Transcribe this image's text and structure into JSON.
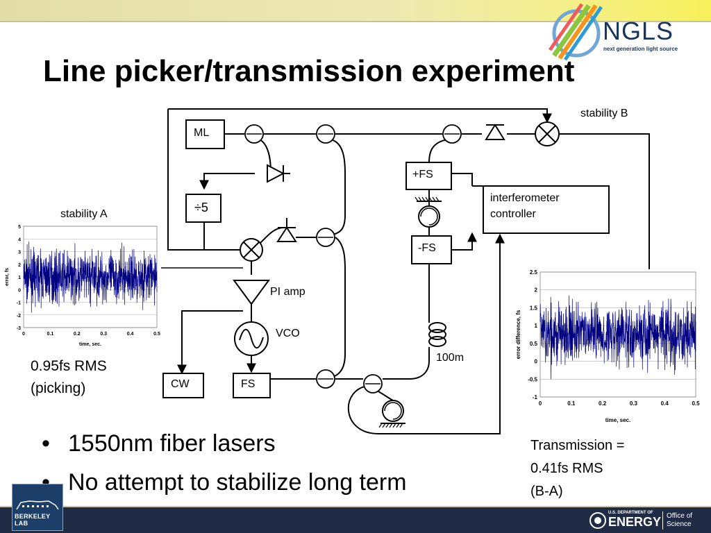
{
  "slide": {
    "title": "Line picker/transmission experiment"
  },
  "logos": {
    "ngls_name": "NGLS",
    "ngls_tagline": "next generation light source",
    "berkeley_lab": "BERKELEY LAB",
    "doe_small": "U.S. DEPARTMENT OF",
    "doe_big": "ENERGY",
    "office_line1": "Office of",
    "office_line2": "Science"
  },
  "diagram": {
    "ml": "ML",
    "div5": "÷5",
    "plus_fs": "+FS",
    "minus_fs": "-FS",
    "interferometer_line1": "interferometer",
    "interferometer_line2": "controller",
    "pi_amp": "PI amp",
    "vco": "VCO",
    "cw": "CW",
    "fs": "FS",
    "fiber_length": "100m",
    "stability_a": "stability A",
    "stability_b": "stability B"
  },
  "annotations": {
    "picking_rms": "0.95fs RMS",
    "picking_note": "(picking)",
    "transmission_line1": "Transmission =",
    "transmission_line2": "0.41fs RMS",
    "transmission_line3": "(B-A)"
  },
  "bullets": [
    "1550nm fiber lasers",
    "No attempt to stabilize long term"
  ],
  "chart_data": [
    {
      "type": "line",
      "xlabel": "time, sec.",
      "ylabel": "error, fs",
      "xlim": [
        0,
        0.5
      ],
      "ylim": [
        -3,
        5
      ],
      "xticks": [
        "0",
        "0.1",
        "0.2",
        "0.3",
        "0.4",
        "0.5"
      ],
      "yticks": [
        "5",
        "4",
        "3",
        "2",
        "1",
        "0",
        "-1",
        "-2",
        "-3"
      ],
      "series_color": "#000080",
      "noise": {
        "center": 1.0,
        "rms": 0.95,
        "samples": 900,
        "seed": 7
      }
    },
    {
      "type": "line",
      "xlabel": "time, sec.",
      "ylabel": "error difference, fs",
      "xlim": [
        0,
        0.5
      ],
      "ylim": [
        -1,
        2.5
      ],
      "xticks": [
        "0",
        "0.1",
        "0.2",
        "0.3",
        "0.4",
        "0.5"
      ],
      "yticks": [
        "2.5",
        "2",
        "1.5",
        "1",
        "0.5",
        "0",
        "-0.5",
        "-1"
      ],
      "series_color": "#000080",
      "noise": {
        "center": 0.75,
        "rms": 0.41,
        "samples": 900,
        "seed": 13
      }
    }
  ]
}
